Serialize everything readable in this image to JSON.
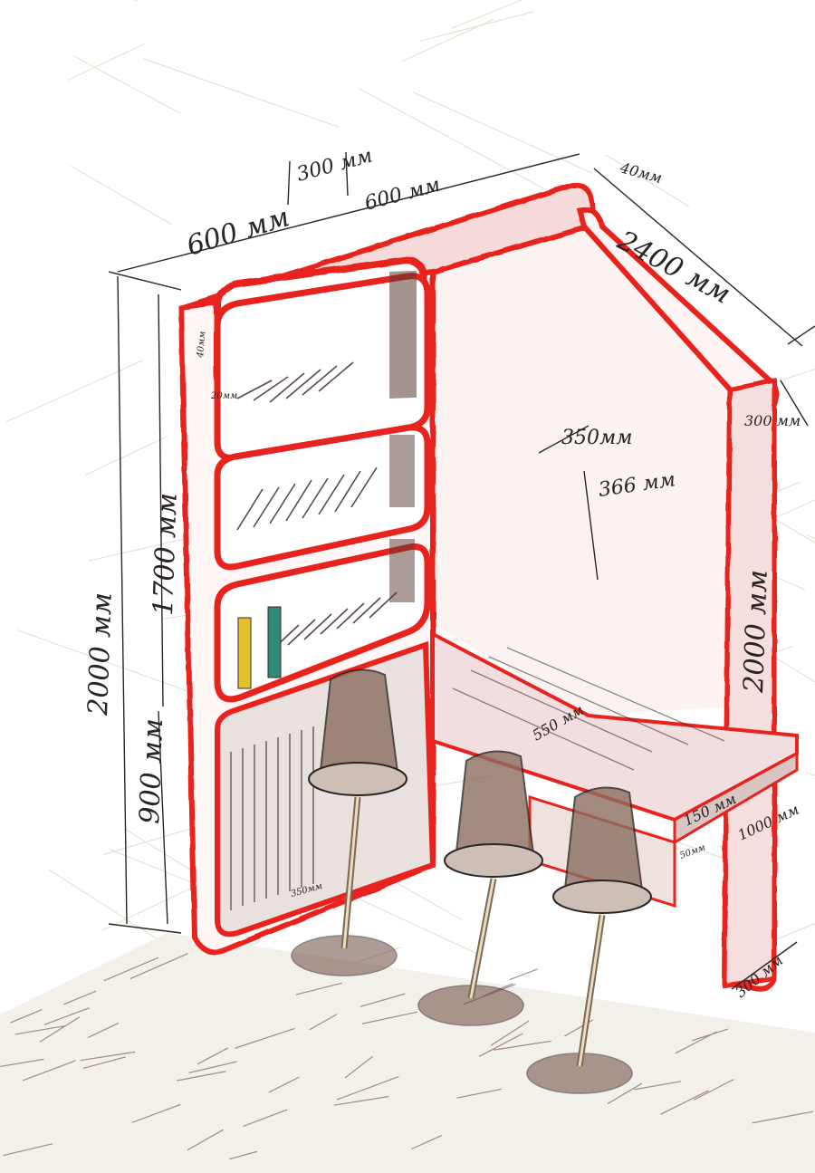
{
  "colors": {
    "frame": "#e8231e",
    "ink": "#2a2522",
    "shade": "#5a3a32",
    "guide": "#c7c3a3",
    "seat": "#8b6e60",
    "book_yellow": "#e2c12a",
    "book_teal": "#2f8a7c"
  },
  "dimensions": {
    "width_600_left": "600 мм",
    "width_300": "300 мм",
    "width_600_right": "600 мм",
    "top_40": "40мм",
    "length_2400": "2400 мм",
    "height_2000_total": "2000 мм",
    "height_1700": "1700 мм",
    "height_900": "900 мм",
    "shelf_40": "40мм",
    "shelf_20": "20мм",
    "depth_350": "350мм",
    "height_366": "366 мм",
    "depth_300_right": "300 мм",
    "height_2000_right": "2000 мм",
    "depth_550": "550 мм",
    "bench_150": "150 мм",
    "bench_1000": "1000 мм",
    "plinth_50": "50мм",
    "seat_350": "350мм",
    "base_300": "300 мм"
  }
}
